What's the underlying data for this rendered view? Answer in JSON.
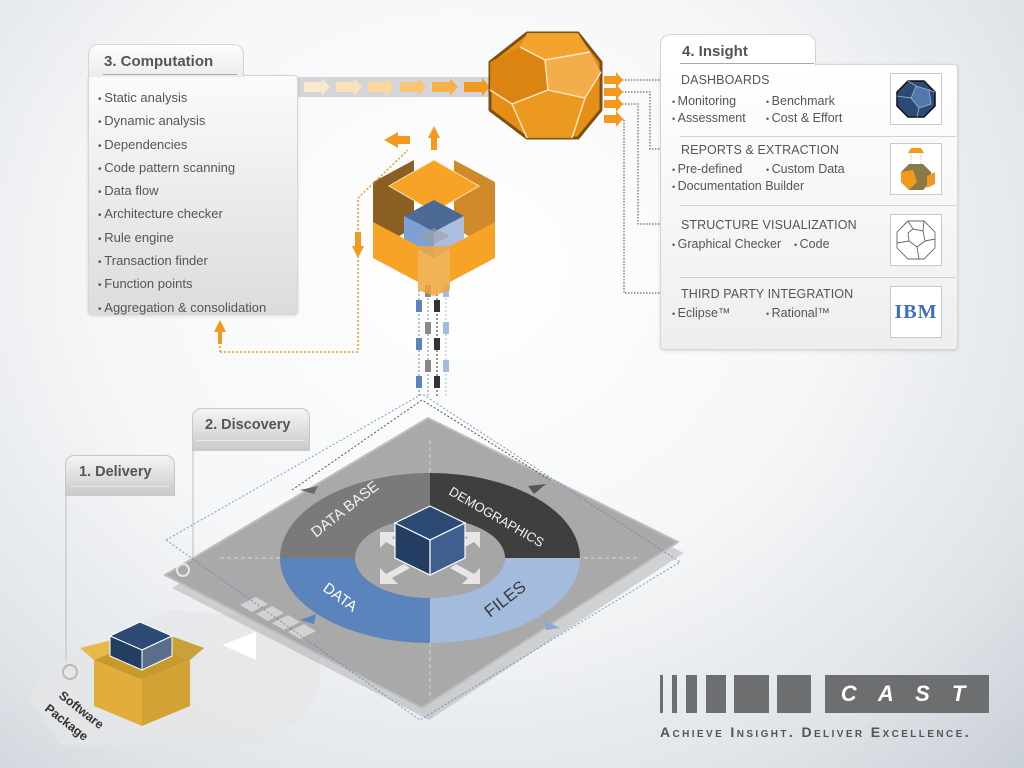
{
  "stages": {
    "delivery": {
      "title": "1. Delivery"
    },
    "discovery": {
      "title": "2. Discovery"
    },
    "computation": {
      "title": "3. Computation",
      "items": [
        "Static analysis",
        "Dynamic analysis",
        "Dependencies",
        "Code pattern scanning",
        "Data flow",
        "Architecture checker",
        "Rule engine",
        "Transaction finder",
        "Function points",
        "Aggregation & consolidation"
      ]
    },
    "insight": {
      "title": "4. Insight",
      "sections": [
        {
          "heading": "DASHBOARDS",
          "items": [
            "Monitoring",
            "Benchmark",
            "Assessment",
            "Cost & Effort"
          ],
          "thumb_icon": "blue-polyhedron-icon"
        },
        {
          "heading": "REPORTS & EXTRACTION",
          "items": [
            "Pre-defined",
            "Custom Data",
            "Documentation Builder"
          ],
          "thumb_icon": "exploded-orange-polyhedron-icon"
        },
        {
          "heading": "STRUCTURE VISUALIZATION",
          "items": [
            "Graphical Checker",
            "Code"
          ],
          "thumb_icon": "wireframe-polyhedron-icon"
        },
        {
          "heading": "THIRD  PARTY INTEGRATION",
          "items": [
            "Eclipse™",
            "Rational™"
          ],
          "thumb_icon": "ibm-logo-icon",
          "thumb_text": "IBM"
        }
      ]
    }
  },
  "discovery_wheel": {
    "segments": [
      {
        "label": "DATA BASE",
        "color": "#7a7a7a"
      },
      {
        "label": "DEMOGRAPHICS",
        "color": "#3f3f3f"
      },
      {
        "label": "DATA",
        "color": "#5b84bd"
      },
      {
        "label": "FILES",
        "color": "#a3bbdc"
      }
    ]
  },
  "package_label": "Software Package",
  "brand": {
    "name": "C A S T",
    "tagline": "Achieve Insight. Deliver Excellence.",
    "colors": {
      "orange": "#f39a1e",
      "navy": "#2c4a74",
      "gray": "#6d6e70",
      "blue": "#5b84bd"
    }
  }
}
